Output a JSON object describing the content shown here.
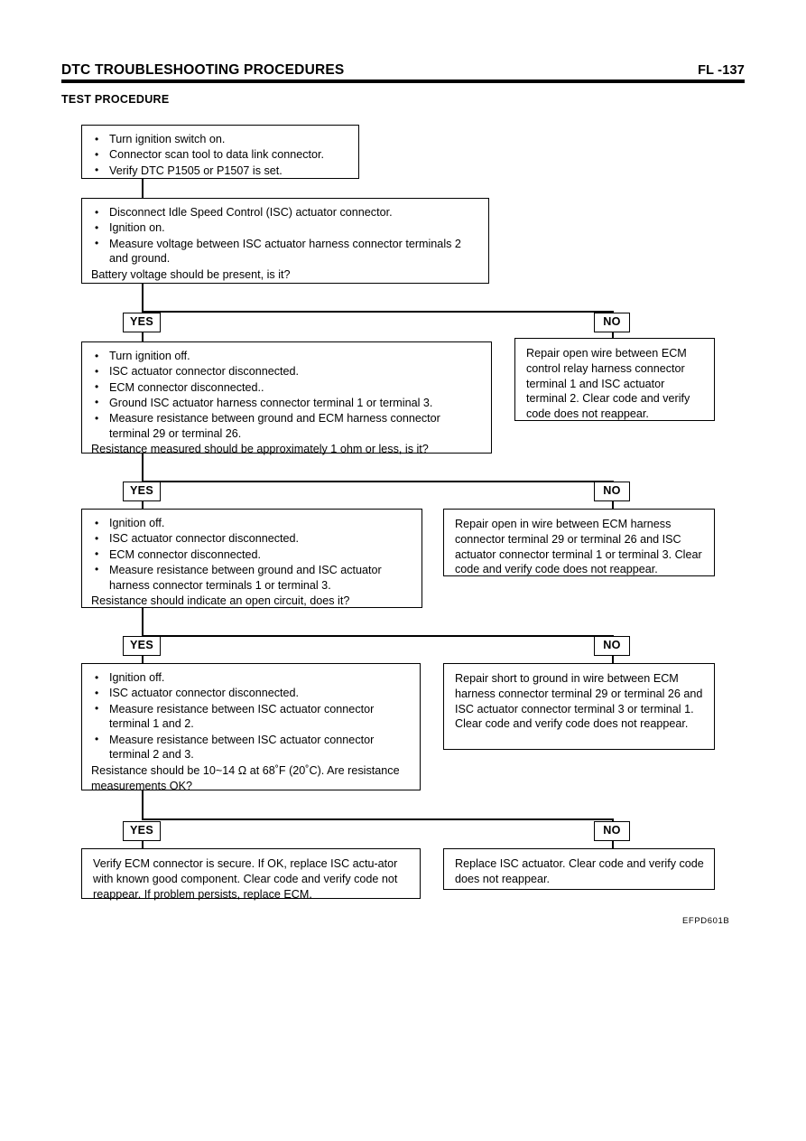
{
  "header": {
    "title": "DTC TROUBLESHOOTING PROCEDURES",
    "page_ref": "FL -137"
  },
  "section": {
    "subtitle": "TEST PROCEDURE"
  },
  "figure_code": "EFPD601B",
  "labels": {
    "yes": "YES",
    "no": "NO"
  },
  "flow": {
    "step1": {
      "bullets": [
        "Turn ignition switch on.",
        "Connector scan tool to data link connector.",
        "Verify DTC P1505 or P1507 is set."
      ]
    },
    "step2": {
      "bullets": [
        "Disconnect Idle Speed Control (ISC) actuator connector.",
        "Ignition on.",
        "Measure voltage between ISC actuator harness connector terminals 2 and ground."
      ],
      "question": "Battery voltage should be present, is it?"
    },
    "step3": {
      "bullets": [
        "Turn ignition off.",
        "ISC actuator connector disconnected.",
        "ECM connector disconnected..",
        "Ground ISC actuator harness connector terminal 1 or terminal 3.",
        "Measure resistance between ground and ECM harness connector terminal 29 or terminal 26."
      ],
      "question": "Resistance measured should be approximately 1 ohm or less, is it?"
    },
    "step4": {
      "bullets": [
        "Ignition off.",
        "ISC actuator connector disconnected.",
        "ECM connector disconnected.",
        "Measure resistance between ground and ISC actuator harness connector terminals 1 or terminal 3."
      ],
      "question": "Resistance should indicate an open circuit, does it?"
    },
    "step5": {
      "bullets": [
        "Ignition off.",
        "ISC actuator connector disconnected.",
        "Measure resistance between ISC actuator connector terminal 1 and 2.",
        "Measure resistance between ISC actuator connector terminal 2 and 3."
      ],
      "question": "Resistance should be 10~14 Ω at 68˚F (20˚C). Are resistance measurements OK?"
    },
    "result_yes": {
      "text": "Verify ECM connector is secure. If OK, replace ISC actu-ator with known good component. Clear code and verify code not reappear. If problem persists, replace ECM."
    },
    "repair1": {
      "text": "Repair open wire between ECM control relay harness connector terminal 1 and ISC actuator terminal 2. Clear code and verify code does not reappear."
    },
    "repair2": {
      "text": "Repair open in wire between ECM harness connector terminal 29 or terminal 26 and ISC actuator connector terminal 1 or terminal 3. Clear code and verify code does not reappear."
    },
    "repair3": {
      "line1": "Repair short to ground in wire between ECM harness connector terminal 29 or terminal 26 and ISC actuator connector terminal 3 or terminal 1.",
      "line2": "Clear code and verify code does not reappear."
    },
    "repair4": {
      "text": "Replace ISC actuator. Clear code and verify code does not reappear."
    }
  }
}
